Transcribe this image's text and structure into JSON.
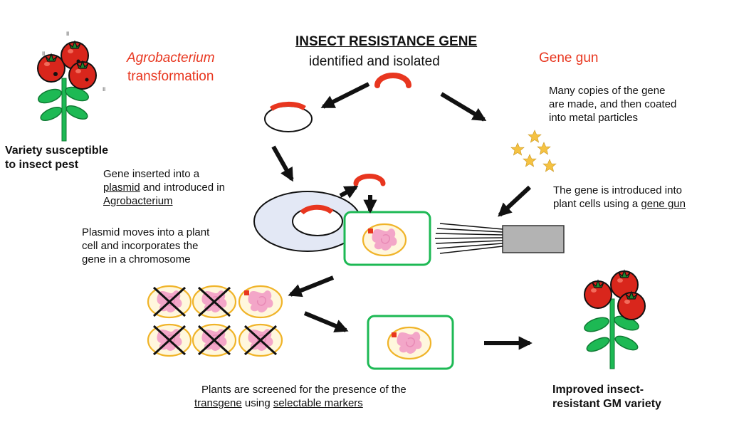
{
  "header": {
    "title": "INSECT RESISTANCE GENE",
    "subtitle": "identified and isolated"
  },
  "agro": {
    "title_line1": "Agrobacterium",
    "title_line2": "transformation"
  },
  "gun": {
    "title": "Gene gun",
    "copies_line1": "Many copies of the gene",
    "copies_line2": "are made, and  then coated",
    "copies_line3": "into  metal particles",
    "intro_line1": "The gene is introduced into",
    "intro_line2_pre": "plant cells using a ",
    "intro_line2_link": "gene gun"
  },
  "left": {
    "variety_line1": "Variety  susceptible",
    "variety_line2": "to insect pest",
    "inserted_line1": "Gene inserted into a",
    "inserted_link": "plasmid",
    "inserted_line2_post": " and introduced in",
    "inserted_line3": "Agrobacterium",
    "plasmid_line1": "Plasmid moves into a plant",
    "plasmid_line2": "cell and incorporates the",
    "plasmid_line3": "gene in a chromosome"
  },
  "bottom": {
    "screen_line1": "Plants are screened for the presence of the",
    "screen_link1": "transgene",
    "screen_mid": " using ",
    "screen_link2": "selectable markers",
    "improved_line1": "Improved  insect-",
    "improved_line2": "resistant GM variety"
  },
  "colors": {
    "accent_red": "#e8361f",
    "cell_green": "#1db954",
    "nucleus_yellow": "#f0b429",
    "chromosome_pink": "#f3a6c8",
    "star_yellow": "#f5c242"
  }
}
